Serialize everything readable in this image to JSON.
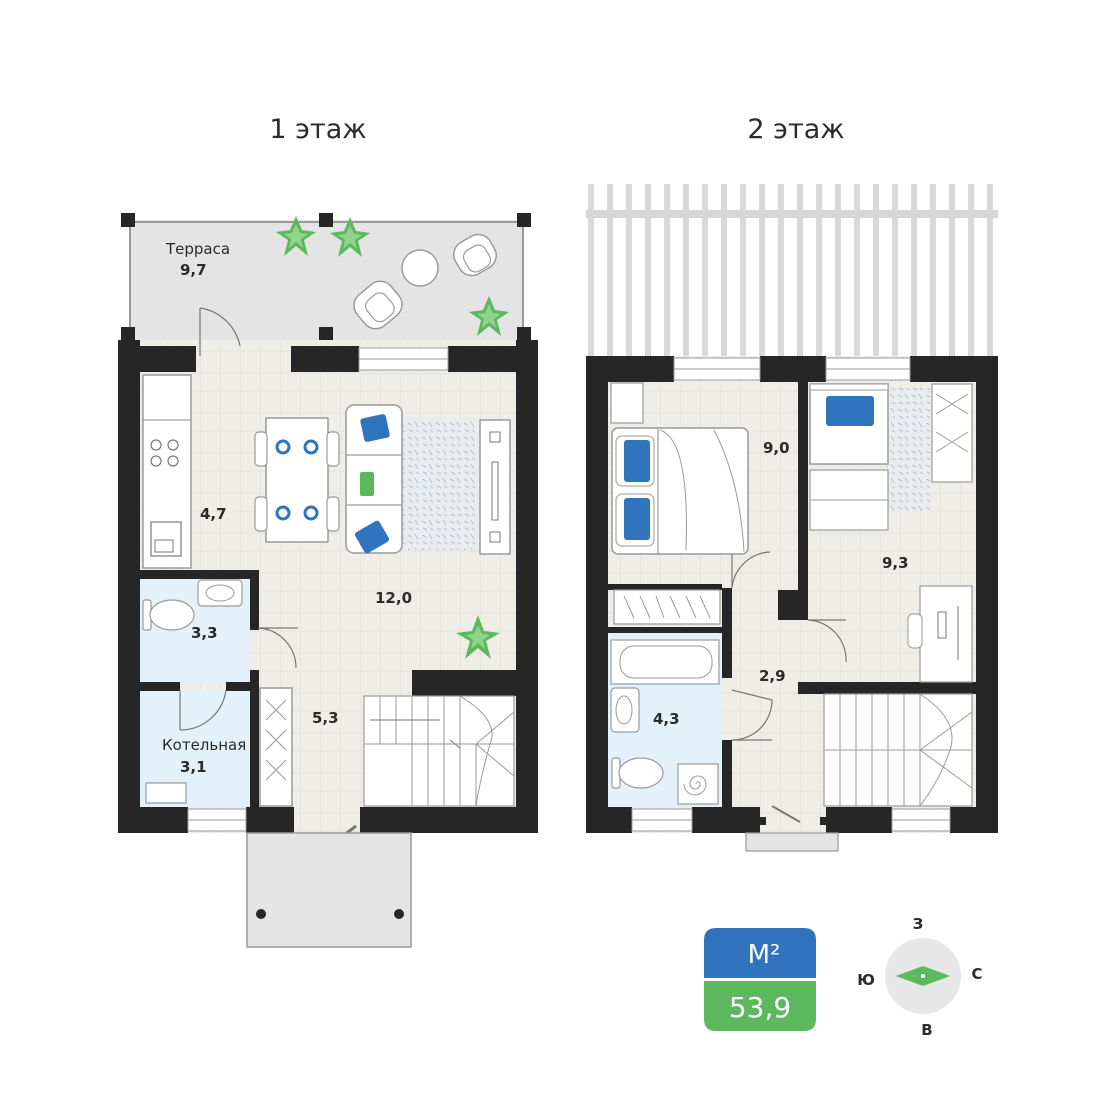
{
  "floors": [
    {
      "title": "1 этаж"
    },
    {
      "title": "2 этаж"
    }
  ],
  "rooms": {
    "terrace": {
      "name": "Терраса",
      "area": "9,7"
    },
    "kitchen": {
      "area": "4,7"
    },
    "living": {
      "area": "12,0"
    },
    "bathroom1": {
      "area": "3,3"
    },
    "hall1": {
      "area": "5,3"
    },
    "boiler": {
      "name": "Котельная",
      "area": "3,1"
    },
    "bedroom1": {
      "area": "9,0"
    },
    "bedroom2": {
      "area": "9,3"
    },
    "hall2": {
      "area": "2,9"
    },
    "bathroom2": {
      "area": "4,3"
    }
  },
  "total": {
    "unit": "М²",
    "value": "53,9"
  },
  "compass": {
    "north": "З",
    "south": "В",
    "west": "Ю",
    "east": "С"
  },
  "colors": {
    "wall": "#262626",
    "floor": "#eeece6",
    "wet_zone": "#e3f1fb",
    "terrace": "#e4e4e4",
    "accent_blue": "#2f74bd",
    "accent_green": "#5bb85d",
    "compass_disc": "#e7e7e7"
  }
}
